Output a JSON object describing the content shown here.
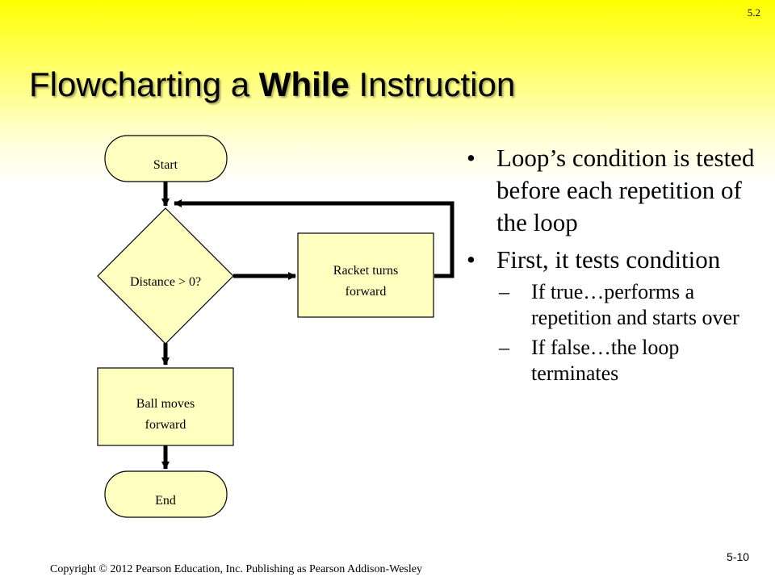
{
  "slide": {
    "section_number": "5.2",
    "title_prefix": "Flowcharting a ",
    "title_emphasis": "While",
    "title_suffix": " Instruction",
    "page_number": "5-10",
    "copyright": "Copyright © 2012 Pearson Education, Inc. Publishing as Pearson Addison-Wesley"
  },
  "flowchart": {
    "colors": {
      "node_fill": "#ffffc0",
      "stroke": "#000000"
    },
    "nodes": [
      {
        "id": "start",
        "shape": "terminal",
        "label": "Start"
      },
      {
        "id": "condition",
        "shape": "decision",
        "label": "Distance > 0?"
      },
      {
        "id": "loop_body",
        "shape": "process",
        "label_lines": [
          "Racket turns",
          "forward"
        ]
      },
      {
        "id": "after_loop",
        "shape": "process",
        "label_lines": [
          "Ball moves",
          "forward"
        ]
      },
      {
        "id": "end",
        "shape": "terminal",
        "label": "End"
      }
    ],
    "edges": [
      {
        "from": "start",
        "to": "condition"
      },
      {
        "from": "condition",
        "to": "loop_body"
      },
      {
        "from": "loop_body",
        "to": "condition"
      },
      {
        "from": "condition",
        "to": "after_loop"
      },
      {
        "from": "after_loop",
        "to": "end"
      }
    ]
  },
  "bullets": [
    {
      "text": "Loop’s condition is tested before each repetition of the loop"
    },
    {
      "text": "First, it tests condition",
      "sub": [
        "If true…performs a repetition and starts over",
        "If false…the loop terminates"
      ]
    }
  ]
}
